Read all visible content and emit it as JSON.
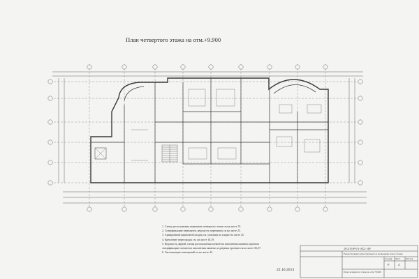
{
  "drawing": {
    "title": "План четвертого этажа на отм.+9.900",
    "date": "22.10.2013"
  },
  "notes": [
    "1. Схему расположения перемычек четвертого этажа см.на листе 74.",
    "2. Спецификацию перемычек, ведомость перемычек см.на листе 25.",
    "3. Армирование кирпичной кладки см. указания по кладке на листе 25.",
    "4. Крепление перегородок см. на листе 18,19.",
    "5. Ведомость дверей, схемы расположения элементов заполнения оконных проемов",
    "   спецификацию элементов заполнения оконных и дверных проемов см.на листе 36,37.",
    "6. Экспликацию помещений см.на листе 44."
  ],
  "title_block": {
    "code": "10-2/13-Р-0-1-АС2- АР",
    "project": "Реконструкция существующего и возведение нового банка",
    "sheet_name": "План четвертого этажа на отм.+9.900",
    "stage_label": "Стадия",
    "sheet_label": "Лист",
    "sheets_label": "Листов",
    "stage": "Р",
    "sheet_no": "4"
  },
  "colors": {
    "line": "#3a3a3a",
    "paper": "#f4f4f2"
  }
}
